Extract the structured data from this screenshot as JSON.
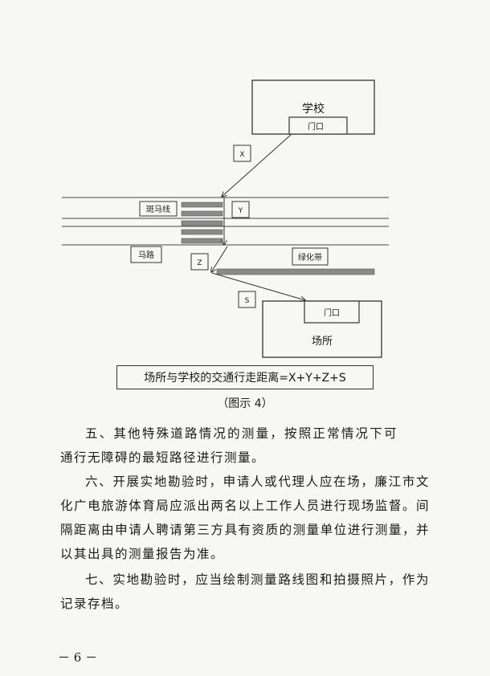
{
  "diagram": {
    "school_label": "学校",
    "school_gate_label": "门口",
    "venue_label": "场所",
    "venue_gate_label": "门口",
    "crosswalk_label": "斑马线",
    "road_label": "马路",
    "greenbelt_label": "绿化带",
    "seg_x_label": "X",
    "seg_y_label": "Y",
    "seg_z_label": "Z",
    "seg_s_label": "S"
  },
  "formula": "场所与学校的交通行走距离=X+Y+Z+S",
  "figure_label": "（图示 4）",
  "paragraphs": [
    "五、其他特殊道路情况的测量，按照正常情况下可通行无障碍的最短路径进行测量。",
    "六、开展实地勘验时，申请人或代理人应在场，廉江市文化广电旅游体育局应派出两名以上工作人员进行现场监督。间隔距离由申请人聘请第三方具有资质的测量单位进行测量，并以其出具的测量报告为准。",
    "七、实地勘验时，应当绘制测量路线图和拍摄照片，作为记录存档。"
  ],
  "page_number": "－ 6 －"
}
